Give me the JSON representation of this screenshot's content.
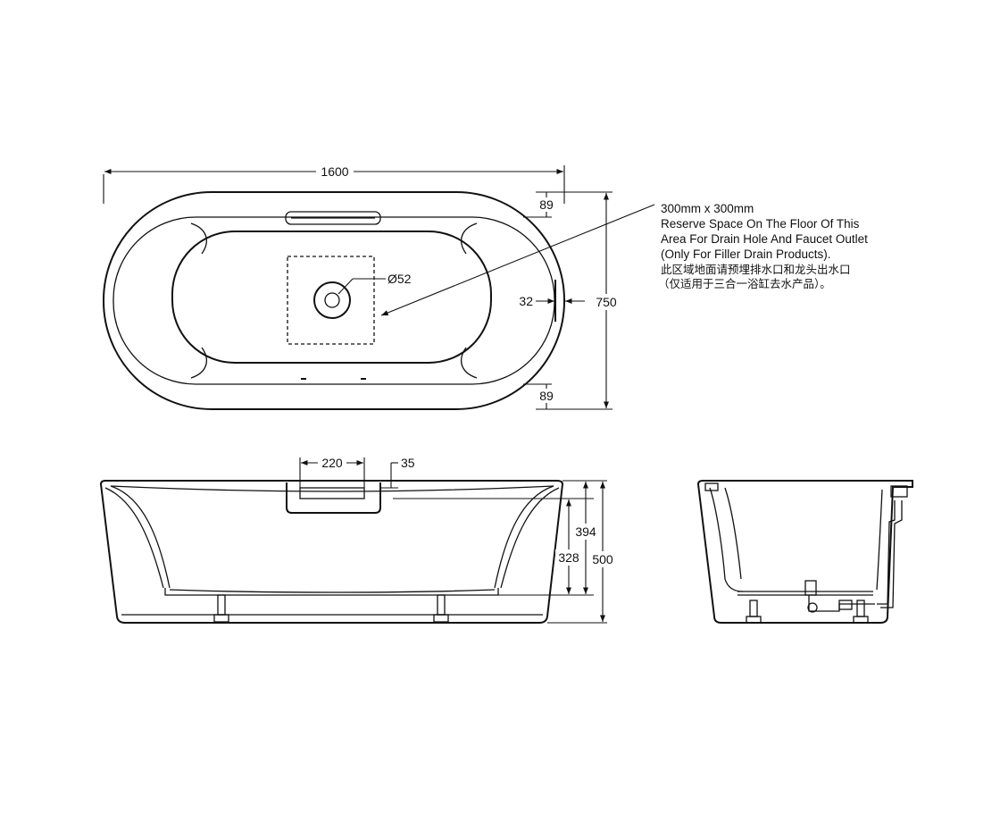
{
  "plan_view": {
    "overall_length": "1600",
    "overall_width": "750",
    "rim_top": "89",
    "rim_bottom": "89",
    "rim_side": "32",
    "drain_diameter": "Ø52"
  },
  "note": {
    "lines": [
      "300mm x 300mm",
      "Reserve Space On The Floor Of This",
      "Area For Drain Hole And Faucet Outlet",
      "(Only For Filler Drain Products).",
      "此区域地面请预埋排水口和龙头出水口",
      "（仅适用于三合一浴缸去水产品）。"
    ]
  },
  "front_view": {
    "headrest_width": "220",
    "headrest_offset": "35",
    "inner_height": "394",
    "drain_height": "328",
    "overall_height": "500"
  }
}
